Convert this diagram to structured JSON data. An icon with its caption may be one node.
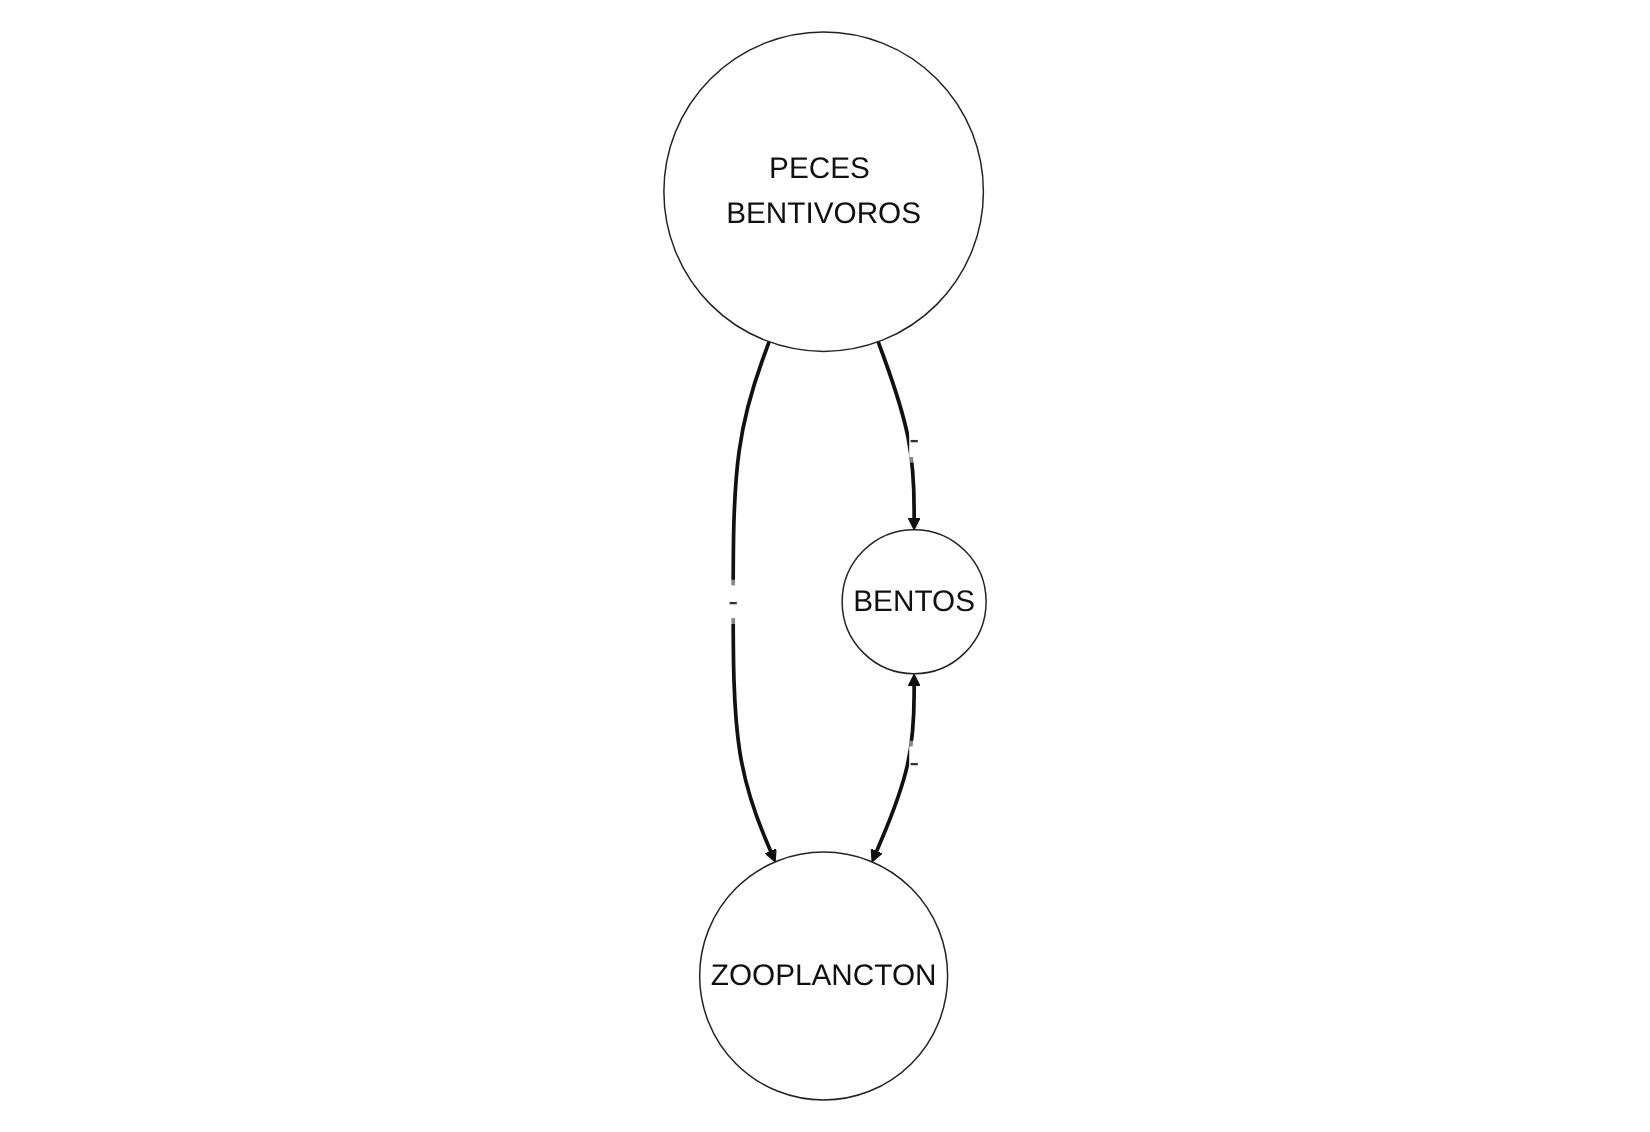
{
  "diagram": {
    "nodes": [
      {
        "text": [
          "PECES BENTIVOROS"
        ]
      },
      {
        "text": [
          "BENTOS"
        ]
      },
      {
        "text": [
          "ZOOPLANCTON"
        ]
      }
    ],
    "edges": [
      {
        "from": 0,
        "to": 1,
        "arrow": "to",
        "label": "-"
      },
      {
        "from": 0,
        "to": 2,
        "arrow": "to",
        "label": "-"
      },
      {
        "from": 1,
        "to": 2,
        "arrow": "both",
        "label": "-"
      }
    ]
  }
}
